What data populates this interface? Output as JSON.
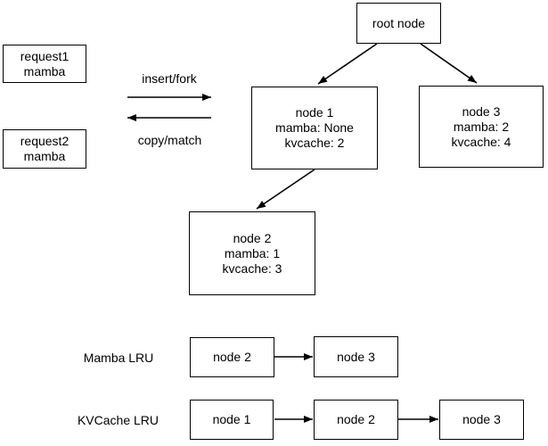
{
  "diagram": {
    "requests": [
      {
        "line1": "request1",
        "line2": "mamba"
      },
      {
        "line1": "request2",
        "line2": "mamba"
      }
    ],
    "flow": {
      "insert_fork": "insert/fork",
      "copy_match": "copy/match"
    },
    "tree": {
      "root": "root node",
      "node1": {
        "name": "node 1",
        "mamba": "mamba: None",
        "kvcache": "kvcache: 2"
      },
      "node2": {
        "name": "node 2",
        "mamba": "mamba: 1",
        "kvcache": "kvcache: 3"
      },
      "node3": {
        "name": "node 3",
        "mamba": "mamba: 2",
        "kvcache": "kvcache: 4"
      }
    },
    "lru": {
      "mamba": {
        "label": "Mamba LRU",
        "nodes": [
          "node 2",
          "node 3"
        ]
      },
      "kvcache": {
        "label": "KVCache LRU",
        "nodes": [
          "node 1",
          "node 2",
          "node 3"
        ]
      }
    },
    "colors": {
      "stroke": "#000000",
      "background": "#ffffff",
      "text": "#000000"
    }
  }
}
